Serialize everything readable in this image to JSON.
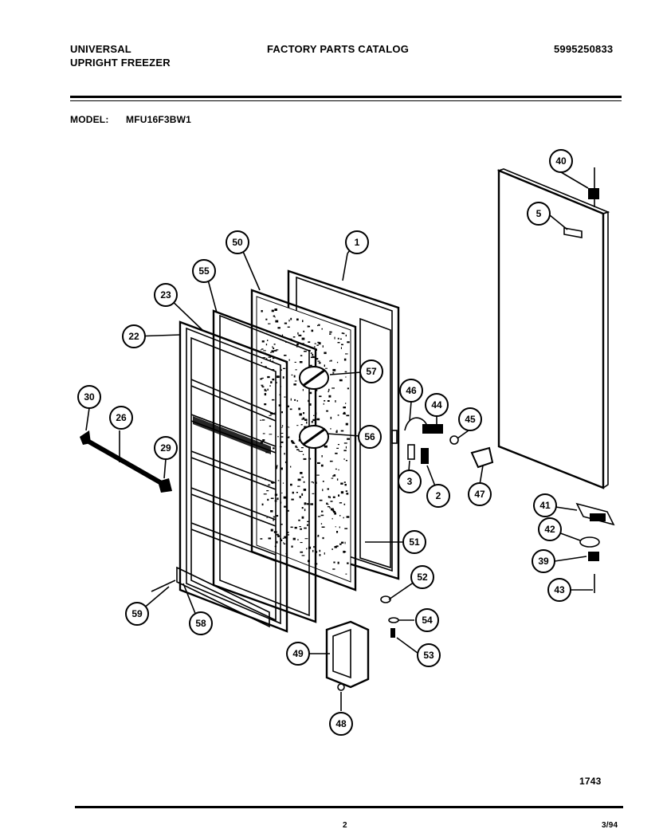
{
  "header": {
    "brand": "UNIVERSAL",
    "product": "UPRIGHT FREEZER",
    "catalog_title": "FACTORY PARTS CATALOG",
    "catalog_number": "5995250833"
  },
  "model": {
    "label": "MODEL:",
    "value": "MFU16F3BW1"
  },
  "callouts": [
    "1",
    "2",
    "3",
    "5",
    "22",
    "23",
    "26",
    "29",
    "30",
    "39",
    "40",
    "41",
    "42",
    "43",
    "44",
    "45",
    "46",
    "47",
    "48",
    "49",
    "50",
    "51",
    "52",
    "53",
    "54",
    "55",
    "56",
    "57",
    "58",
    "59"
  ],
  "footer": {
    "page_code": "1743",
    "left": "2",
    "right": "3/94"
  }
}
